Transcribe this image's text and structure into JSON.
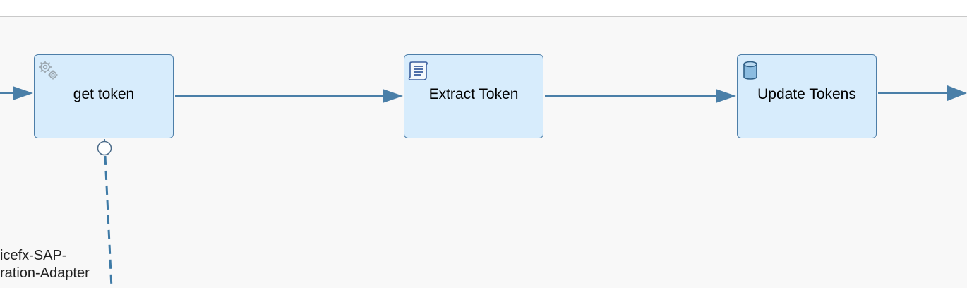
{
  "diagram": {
    "steps": [
      {
        "id": "get-token",
        "label": "get token",
        "icon": "gear-icon"
      },
      {
        "id": "extract-token",
        "label": "Extract Token",
        "icon": "script-icon"
      },
      {
        "id": "update-tokens",
        "label": "Update Tokens",
        "icon": "database-icon"
      }
    ],
    "external_participant": {
      "line1": "icefx-SAP-",
      "line2": "ration-Adapter"
    },
    "colors": {
      "step_fill": "#d7ecfc",
      "step_border": "#4d7ea8",
      "connector": "#4a7fa8"
    }
  }
}
